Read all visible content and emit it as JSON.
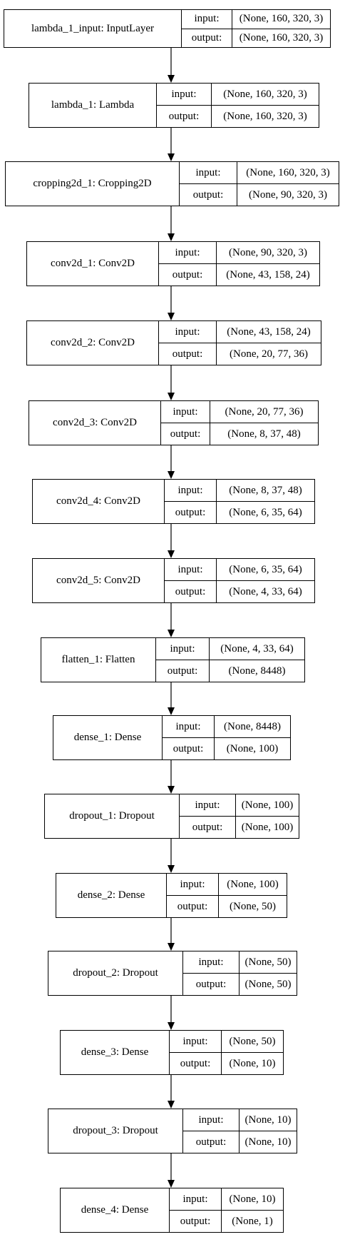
{
  "layers": [
    {
      "name": "lambda_1_input: InputLayer",
      "input_label": "input:",
      "output_label": "output:",
      "input": "(None, 160, 320, 3)",
      "output": "(None, 160, 320, 3)"
    },
    {
      "name": "lambda_1: Lambda",
      "input_label": "input:",
      "output_label": "output:",
      "input": "(None, 160, 320, 3)",
      "output": "(None, 160, 320, 3)"
    },
    {
      "name": "cropping2d_1: Cropping2D",
      "input_label": "input:",
      "output_label": "output:",
      "input": "(None, 160, 320, 3)",
      "output": "(None, 90, 320, 3)"
    },
    {
      "name": "conv2d_1: Conv2D",
      "input_label": "input:",
      "output_label": "output:",
      "input": "(None, 90, 320, 3)",
      "output": "(None, 43, 158, 24)"
    },
    {
      "name": "conv2d_2: Conv2D",
      "input_label": "input:",
      "output_label": "output:",
      "input": "(None, 43, 158, 24)",
      "output": "(None, 20, 77, 36)"
    },
    {
      "name": "conv2d_3: Conv2D",
      "input_label": "input:",
      "output_label": "output:",
      "input": "(None, 20, 77, 36)",
      "output": "(None, 8, 37, 48)"
    },
    {
      "name": "conv2d_4: Conv2D",
      "input_label": "input:",
      "output_label": "output:",
      "input": "(None, 8, 37, 48)",
      "output": "(None, 6, 35, 64)"
    },
    {
      "name": "conv2d_5: Conv2D",
      "input_label": "input:",
      "output_label": "output:",
      "input": "(None, 6, 35, 64)",
      "output": "(None, 4, 33, 64)"
    },
    {
      "name": "flatten_1: Flatten",
      "input_label": "input:",
      "output_label": "output:",
      "input": "(None, 4, 33, 64)",
      "output": "(None, 8448)"
    },
    {
      "name": "dense_1: Dense",
      "input_label": "input:",
      "output_label": "output:",
      "input": "(None, 8448)",
      "output": "(None, 100)"
    },
    {
      "name": "dropout_1: Dropout",
      "input_label": "input:",
      "output_label": "output:",
      "input": "(None, 100)",
      "output": "(None, 100)"
    },
    {
      "name": "dense_2: Dense",
      "input_label": "input:",
      "output_label": "output:",
      "input": "(None, 100)",
      "output": "(None, 50)"
    },
    {
      "name": "dropout_2: Dropout",
      "input_label": "input:",
      "output_label": "output:",
      "input": "(None, 50)",
      "output": "(None, 50)"
    },
    {
      "name": "dense_3: Dense",
      "input_label": "input:",
      "output_label": "output:",
      "input": "(None, 50)",
      "output": "(None, 10)"
    },
    {
      "name": "dropout_3: Dropout",
      "input_label": "input:",
      "output_label": "output:",
      "input": "(None, 10)",
      "output": "(None, 10)"
    },
    {
      "name": "dense_4: Dense",
      "input_label": "input:",
      "output_label": "output:",
      "input": "(None, 10)",
      "output": "(None, 1)"
    }
  ]
}
